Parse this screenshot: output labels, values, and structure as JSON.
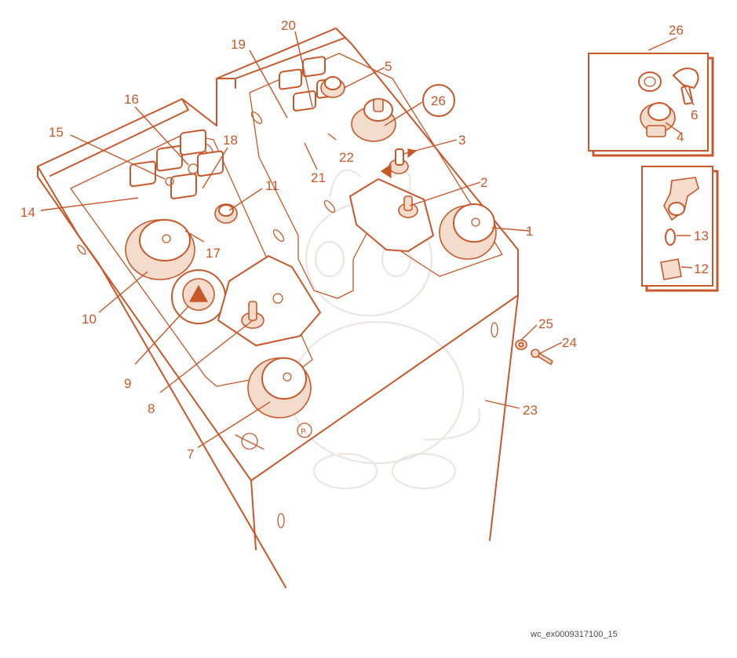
{
  "diagram": {
    "line_color": "#c8582a",
    "callouts": [
      {
        "id": "1",
        "text": "1"
      },
      {
        "id": "2",
        "text": "2"
      },
      {
        "id": "3",
        "text": "3"
      },
      {
        "id": "4",
        "text": "4"
      },
      {
        "id": "5",
        "text": "5"
      },
      {
        "id": "6",
        "text": "6"
      },
      {
        "id": "7",
        "text": "7"
      },
      {
        "id": "8",
        "text": "8"
      },
      {
        "id": "9",
        "text": "9"
      },
      {
        "id": "10",
        "text": "10"
      },
      {
        "id": "11",
        "text": "11"
      },
      {
        "id": "12",
        "text": "12"
      },
      {
        "id": "13",
        "text": "13"
      },
      {
        "id": "14",
        "text": "14"
      },
      {
        "id": "15",
        "text": "15"
      },
      {
        "id": "16",
        "text": "16"
      },
      {
        "id": "17",
        "text": "17"
      },
      {
        "id": "18",
        "text": "18"
      },
      {
        "id": "19",
        "text": "19"
      },
      {
        "id": "20",
        "text": "20"
      },
      {
        "id": "21",
        "text": "21"
      },
      {
        "id": "22",
        "text": "22"
      },
      {
        "id": "23",
        "text": "23"
      },
      {
        "id": "24",
        "text": "24"
      },
      {
        "id": "25",
        "text": "25"
      },
      {
        "id": "26",
        "text": "26"
      }
    ],
    "circled_callout": "26",
    "inset_key_switch_label": "26",
    "figure_id": "wc_ex0009317100_15"
  }
}
